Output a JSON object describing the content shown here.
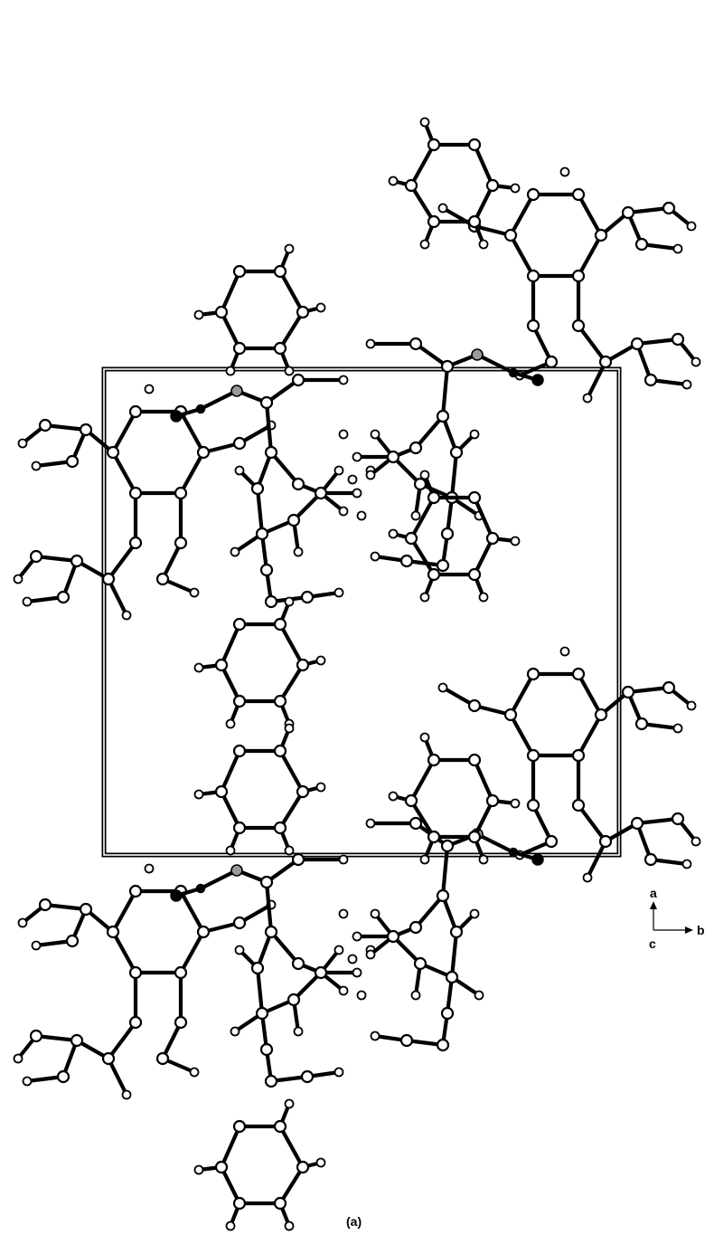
{
  "figure": {
    "caption": "(a)",
    "axes": {
      "up_label": "a",
      "right_label": "b",
      "out_label": "c"
    },
    "atom_style": {
      "carbon": "open-circle",
      "hydrogen": "small-open-circle",
      "nitrogen": "filled-black-circle",
      "sulfur": "gray-circle"
    },
    "colors": {
      "ink": "#000000",
      "paper": "#ffffff",
      "sulfur": "#9a9a9a"
    }
  }
}
